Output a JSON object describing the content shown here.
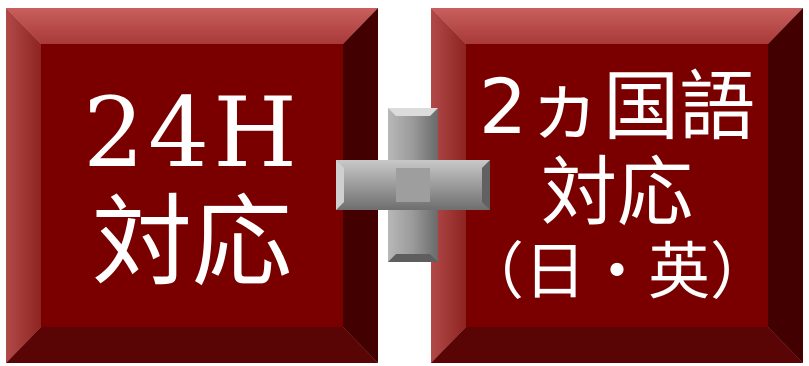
{
  "tiles": {
    "left": {
      "line_1": "24H",
      "line_2": "対応"
    },
    "right": {
      "line_1": "2ヵ国語",
      "line_2": "対応",
      "line_3": "（日・英）"
    }
  },
  "plus_icon": "plus-icon",
  "colors": {
    "tile_face": "#7a0000",
    "tile_text": "#ffffff",
    "plus_fill": "#9a9a9a"
  }
}
